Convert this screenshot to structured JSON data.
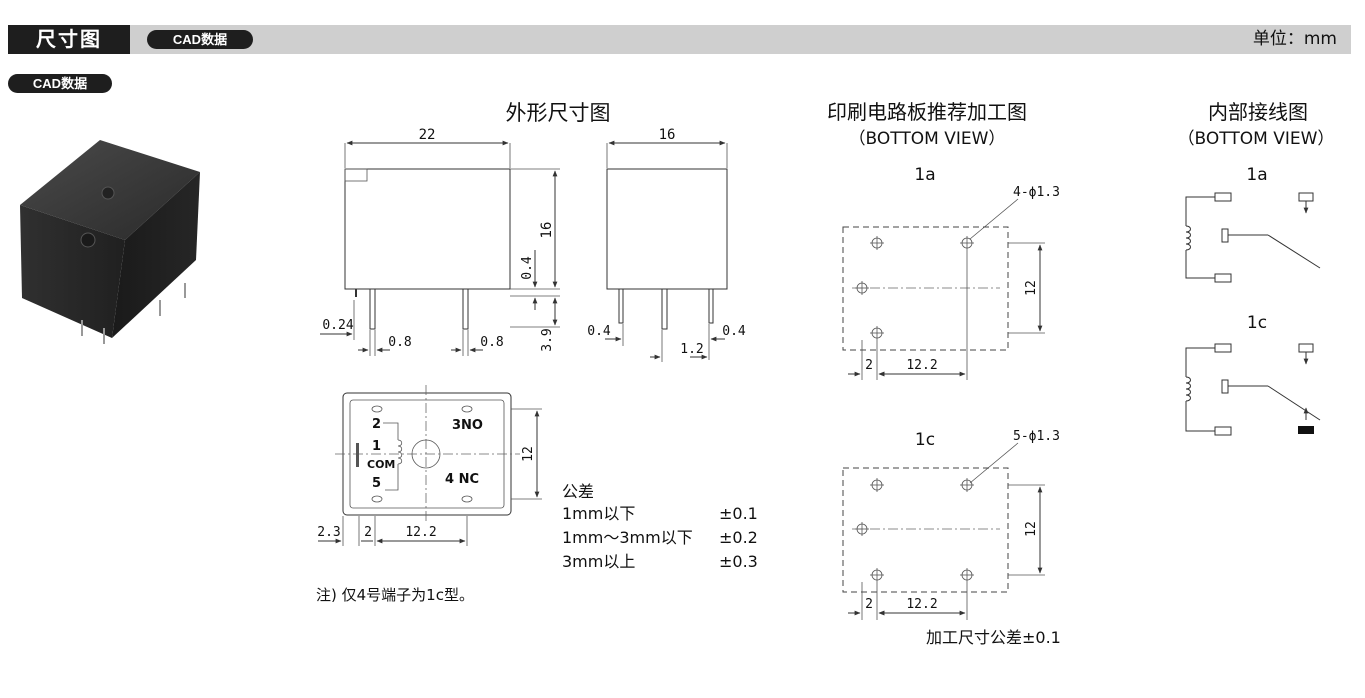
{
  "header": {
    "title": "尺寸图",
    "cad_badge": "CAD数据",
    "unit": "单位：mm"
  },
  "section_badge": "CAD数据",
  "dimensions": {
    "title": "外形尺寸图",
    "width": "22",
    "height": "16",
    "depth": "16",
    "d024": "0.24",
    "d08a": "0.8",
    "d08b": "0.8",
    "d04": "0.4",
    "d39": "3.9",
    "d04l": "0.4",
    "d04r": "0.4",
    "d12": "1.2",
    "bottom_h": "12",
    "b23": "2.3",
    "b2": "2",
    "b122": "12.2",
    "pins": {
      "p2": "2",
      "p1": "1",
      "com": "COM",
      "p5": "5",
      "no": "3NO",
      "nc": "4 NC"
    }
  },
  "tolerance": {
    "title": "公差",
    "rows": [
      {
        "range": "1mm以下",
        "value": "±0.1"
      },
      {
        "range": "1mm～3mm以下",
        "value": "±0.2"
      },
      {
        "range": "3mm以上",
        "value": "±0.3"
      }
    ]
  },
  "note": "注) 仅4号端子为1c型。",
  "pcb": {
    "title": "印刷电路板推荐加工图",
    "view": "（BOTTOM VIEW）",
    "a_label": "1a",
    "a_holes": "4-ϕ1.3",
    "a_h": "12",
    "a_x2": "2",
    "a_x122": "12.2",
    "c_label": "1c",
    "c_holes": "5-ϕ1.3",
    "c_h": "12",
    "c_x2": "2",
    "c_x122": "12.2",
    "tolerance": "加工尺寸公差±0.1"
  },
  "wiring": {
    "title": "内部接线图",
    "view": "（BOTTOM VIEW）",
    "a_label": "1a",
    "c_label": "1c"
  }
}
